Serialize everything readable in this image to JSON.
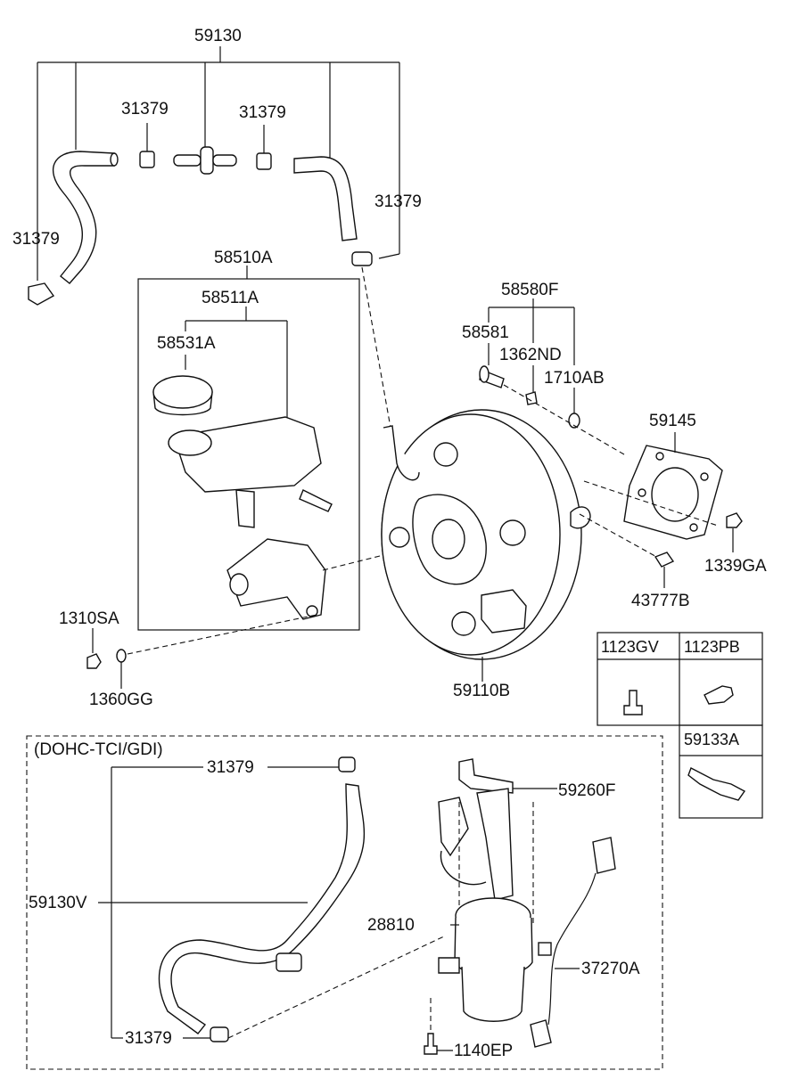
{
  "labels": {
    "p59130": "59130",
    "p31379_a": "31379",
    "p31379_b": "31379",
    "p31379_c": "31379",
    "p31379_d": "31379",
    "p58510A": "58510A",
    "p58511A": "58511A",
    "p58531A": "58531A",
    "p58580F": "58580F",
    "p58581": "58581",
    "p1362ND": "1362ND",
    "p1710AB": "1710AB",
    "p59145": "59145",
    "p1339GA": "1339GA",
    "p43777B": "43777B",
    "p1310SA": "1310SA",
    "p1360GG": "1360GG",
    "p59110B": "59110B",
    "p59260F": "59260F",
    "p59130V": "59130V",
    "p28810": "28810",
    "p37270A": "37270A",
    "p31379_e": "31379",
    "p31379_f": "31379",
    "p1140EP": "1140EP"
  },
  "variant_box": {
    "title": "(DOHC-TCI/GDI)"
  },
  "fastener_table": {
    "headers": [
      "1123GV",
      "1123PB"
    ],
    "extra_header": "59133A"
  }
}
